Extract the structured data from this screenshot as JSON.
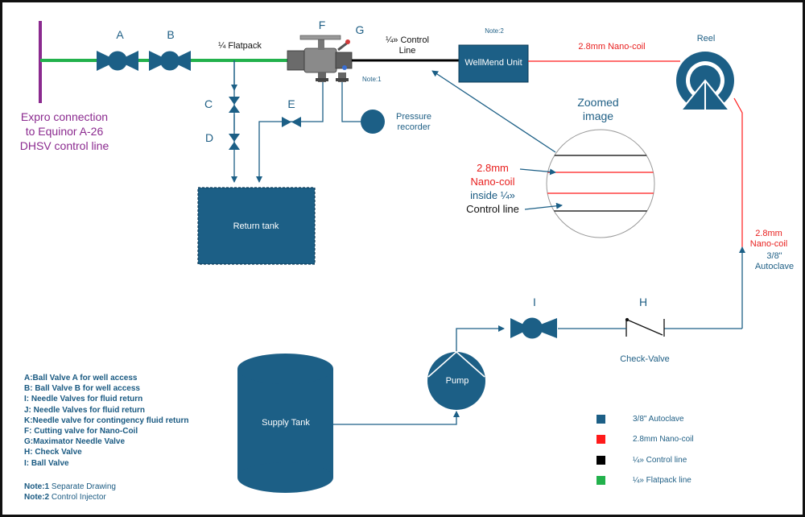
{
  "labels": {
    "valve_a": "A",
    "valve_b": "B",
    "valve_c": "C",
    "valve_d": "D",
    "valve_e": "E",
    "valve_f": "F",
    "valve_g": "G",
    "valve_h": "H",
    "valve_i": "I",
    "flatpack": "¼ Flatpack",
    "control_line": [
      "¼» Control",
      "Line"
    ],
    "note2_tag": "Note:2",
    "note1_tag": "Note:1",
    "wellmend_unit": "WellMend Unit",
    "nano_coil_top": "2.8mm Nano-coil",
    "reel": "Reel",
    "expro": [
      "Expro connection",
      "to Equinor A-26",
      "DHSV control line"
    ],
    "pressure_recorder": [
      "Pressure",
      "recorder"
    ],
    "return_tank": "Return tank",
    "zoomed_image": [
      "Zoomed",
      "image"
    ],
    "zoom_callout_red": [
      "2.8mm",
      "Nano-coil"
    ],
    "zoom_callout_black": [
      "inside ¼»",
      "Control line"
    ],
    "right_nano": [
      "2.8mm",
      "Nano-coil"
    ],
    "right_autoclave": [
      "3/8\"",
      "Autoclave"
    ],
    "check_valve": "Check-Valve",
    "pump": "Pump",
    "supply_tank": "Supply Tank"
  },
  "legend_items": [
    "A:Ball Valve A for well access",
    "B: Ball Valve B for well access",
    "I: Needle Valves for fluid return",
    "J: Needle Valves for fluid return",
    "K:Needle valve for contingency fluid return",
    "F: Cutting valve for Nano-Coil",
    "G:Maximator Needle Valve",
    "H: Check Valve",
    "I: Ball Valve"
  ],
  "notes": [
    {
      "tag": "Note:1",
      "text": " Separate Drawing"
    },
    {
      "tag": "Note:2",
      "text": " Control Injector"
    }
  ],
  "line_key": [
    {
      "label": "3/8\" Autoclave",
      "color": "#1c5f86"
    },
    {
      "label": "2.8mm Nano-coil",
      "color": "#ff1a1a"
    },
    {
      "label": "¼» Control line",
      "color": "#000000"
    },
    {
      "label": "¼» Flatpack line",
      "color": "#22b14c"
    }
  ],
  "colors": {
    "equipment": "#1c5f86",
    "flatpack": "#22b14c",
    "nano_coil": "#ff1a1a",
    "control_line": "#000000",
    "expro": "#8b2a8f"
  }
}
